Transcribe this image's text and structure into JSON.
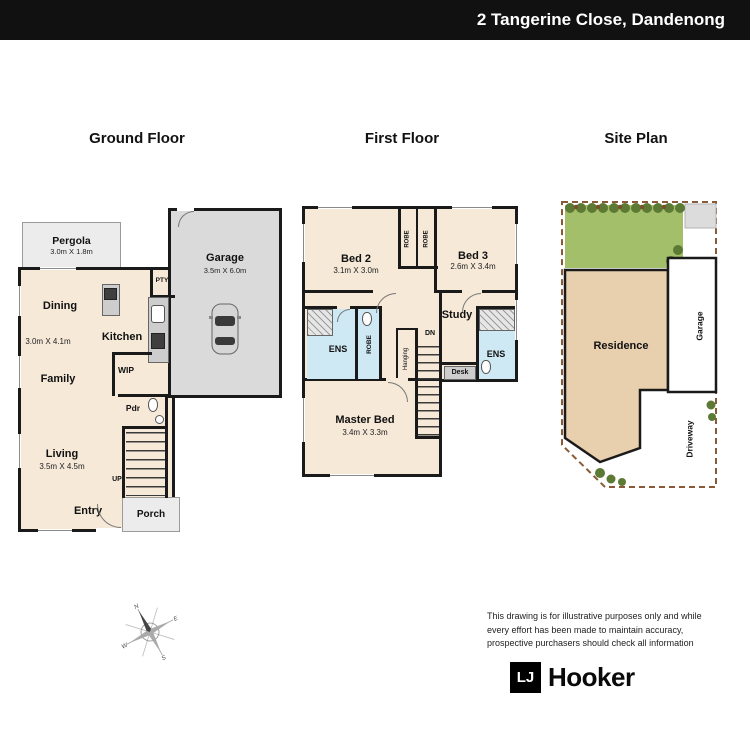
{
  "header": {
    "address": "2 Tangerine Close, Dandenong"
  },
  "titles": {
    "ground": "Ground Floor",
    "first": "First Floor",
    "site": "Site Plan"
  },
  "ground": {
    "pergola_name": "Pergola",
    "pergola_dims": "3.0m X 1.8m",
    "garage_name": "Garage",
    "garage_dims": "3.5m X 6.0m",
    "pty": "PTY",
    "dining_name": "Dining",
    "dining_dims": "3.0m X 4.1m",
    "kitchen": "Kitchen",
    "family": "Family",
    "wip": "WIP",
    "pdr": "Pdr",
    "living_name": "Living",
    "living_dims": "3.5m X 4.5m",
    "entry": "Entry",
    "porch": "Porch",
    "up": "UP"
  },
  "first": {
    "bed2_name": "Bed 2",
    "bed2_dims": "3.1m X 3.0m",
    "bed3_name": "Bed 3",
    "bed3_dims": "2.6m X 3.4m",
    "robe_left": "ROBE",
    "robe_right": "ROBE",
    "robe_master": "ROBE",
    "study": "Study",
    "ens_left": "ENS",
    "ens_right": "ENS",
    "hanging": "Hanging",
    "dn": "DN",
    "desk": "Desk",
    "master_name": "Master Bed",
    "master_dims": "3.4m X 3.3m"
  },
  "site": {
    "residence": "Residence",
    "garage": "Garage",
    "driveway": "Driveway"
  },
  "compass": {
    "n": "N",
    "e": "E",
    "s": "S",
    "w": "W"
  },
  "footer": {
    "disclaimer": [
      "This drawing is for illustrative purposes only and while",
      "every effort has been made to maintain accuracy,",
      "prospective purchasers should check all information"
    ],
    "logo_lj": "LJ",
    "logo_hooker": "Hooker"
  },
  "colors": {
    "header_bg": "#111111",
    "wall": "#1a1a1a",
    "floor": "#f6e9d8",
    "garage_floor": "#dadada",
    "ens_floor": "#cfe9f4",
    "site_green": "#a3bf69",
    "site_residence": "#e8cfae",
    "site_boundary": "#8a5a38"
  }
}
